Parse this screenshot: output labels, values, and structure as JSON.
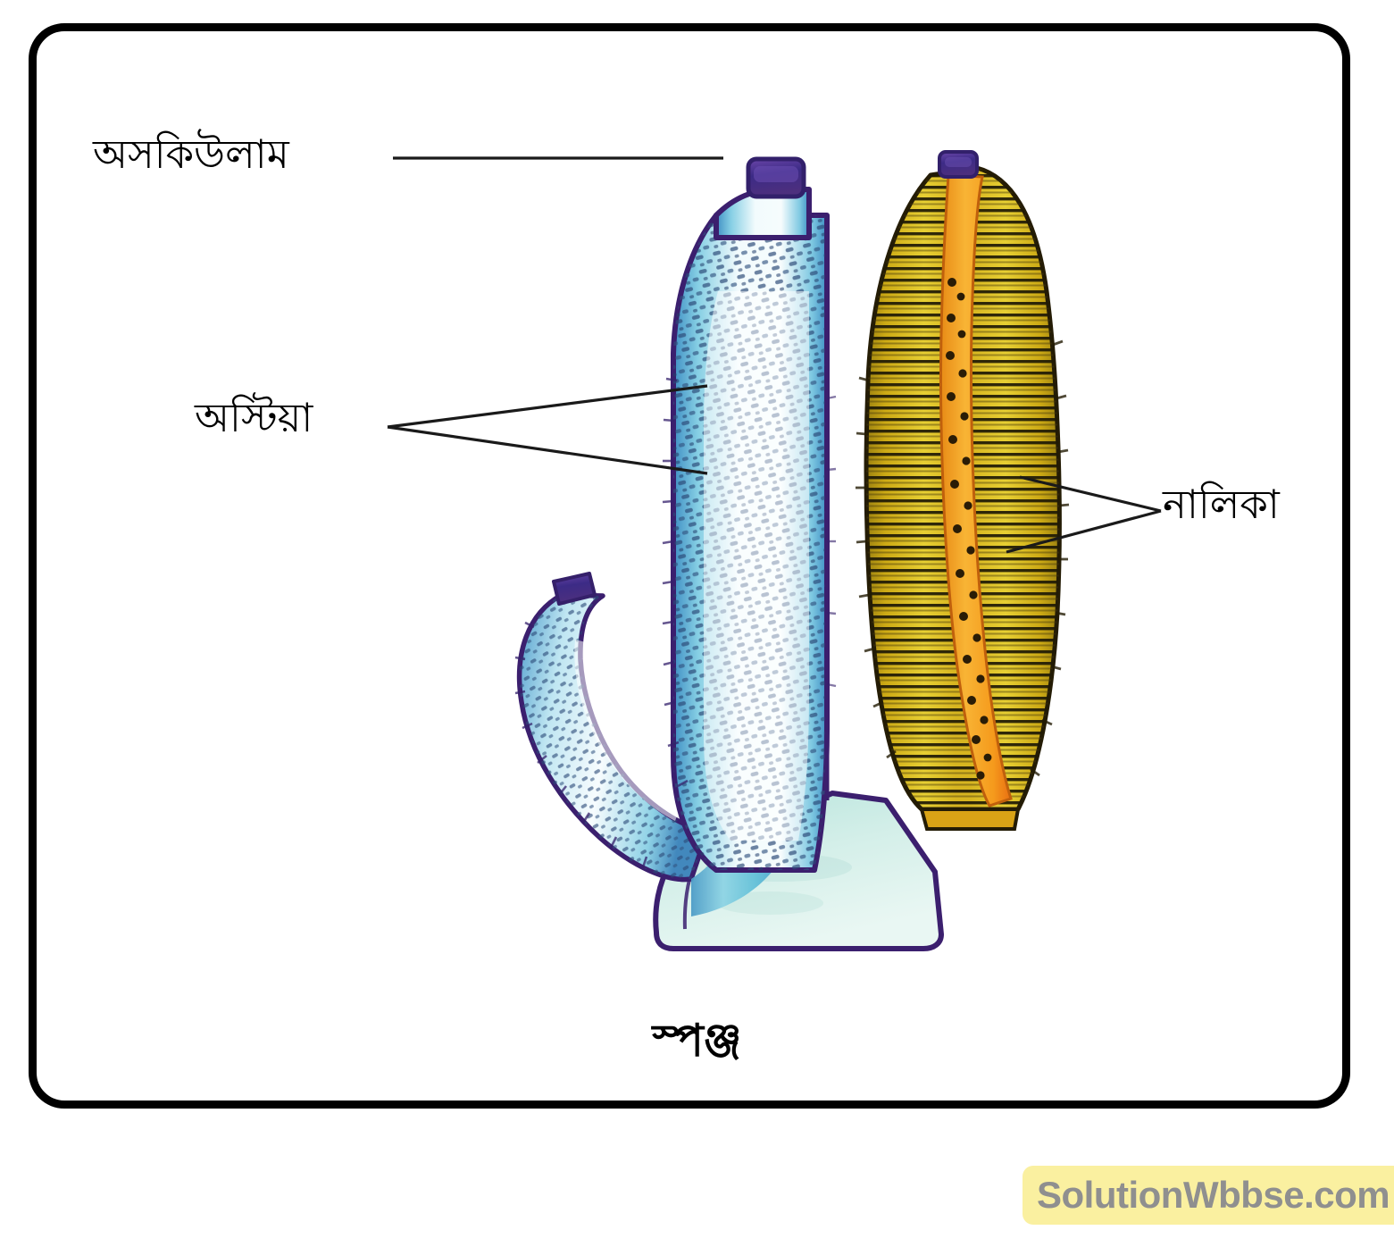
{
  "figure": {
    "caption": "স্পঞ্জ",
    "labels": {
      "osculum": "অসকিউলাম",
      "ostia": "অস্টিয়া",
      "canal": "নালিকা"
    }
  },
  "watermark": {
    "text": "SolutionWbbse.com",
    "background": "#faf0a0",
    "color": "#8f8f8f"
  },
  "colors": {
    "frame_border": "#000000",
    "background": "#ffffff",
    "leader_line": "#1a1a1a",
    "osculum_cap": "#4b2c86",
    "sponge_outline": "#3b1f6e",
    "sponge_body_light": "#e9f6fb",
    "sponge_body_mid": "#7fd0e0",
    "sponge_body_blue": "#3f8fc4",
    "sponge_pore": "#25406b",
    "base_fill": "#bfe6df",
    "base_fill_light": "#e4f4f0",
    "canal_yellow_dark": "#b8950f",
    "canal_yellow": "#d9b81a",
    "canal_yellow_light": "#ebd23a",
    "spongocoel_orange": "#f5a61d",
    "spongocoel_orange_deep": "#ef7a14",
    "canal_stripe_line": "#2b2208",
    "pore_dot": "#2a1c06"
  }
}
